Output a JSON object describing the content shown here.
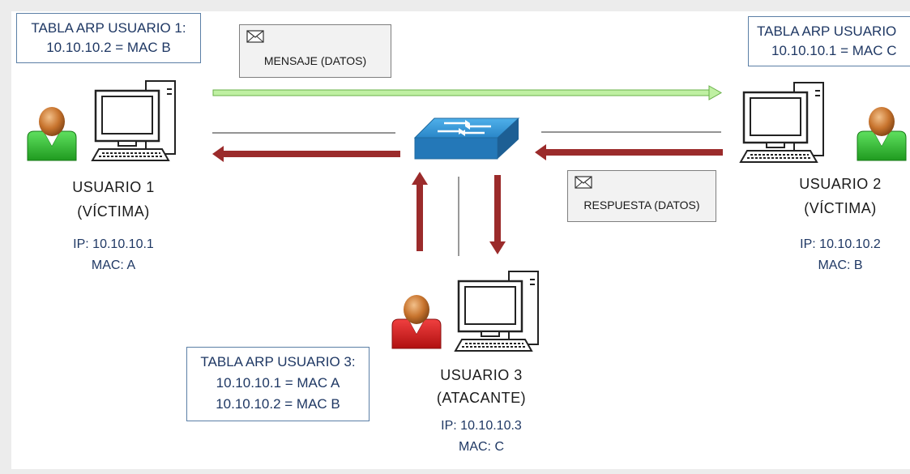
{
  "arp_tables": {
    "user1": {
      "title": "TABLA ARP USUARIO 1:",
      "rows": [
        "10.10.10.2 = MAC B"
      ]
    },
    "user2": {
      "title": "TABLA ARP USUARIO",
      "rows": [
        "10.10.10.1 = MAC C"
      ]
    },
    "user3": {
      "title": "TABLA ARP USUARIO 3:",
      "rows": [
        "10.10.10.1 = MAC A",
        "10.10.10.2 = MAC B"
      ]
    }
  },
  "messages": {
    "request": "MENSAJE (DATOS)",
    "response": "RESPUESTA (DATOS)"
  },
  "users": [
    {
      "name": "USUARIO 1",
      "role": "(VÍCTIMA)",
      "ip": "IP: 10.10.10.1",
      "mac": "MAC: A"
    },
    {
      "name": "USUARIO 2",
      "role": "(VÍCTIMA)",
      "ip": "IP: 10.10.10.2",
      "mac": "MAC: B"
    },
    {
      "name": "USUARIO 3",
      "role": "(ATACANTE)",
      "ip": "IP: 10.10.10.3",
      "mac": "MAC: C"
    }
  ],
  "colors": {
    "table_border": "#5b7fa6",
    "text_blue": "#1f3864",
    "arrow_green": "#a8e08a",
    "arrow_red": "#9b2b2b",
    "victim_body": "#2db52d",
    "attacker_body": "#d42020",
    "head": "#c8742e",
    "switch": "#2f8fd0"
  },
  "icons": [
    "envelope-icon",
    "person-icon",
    "computer-icon",
    "switch-icon"
  ]
}
